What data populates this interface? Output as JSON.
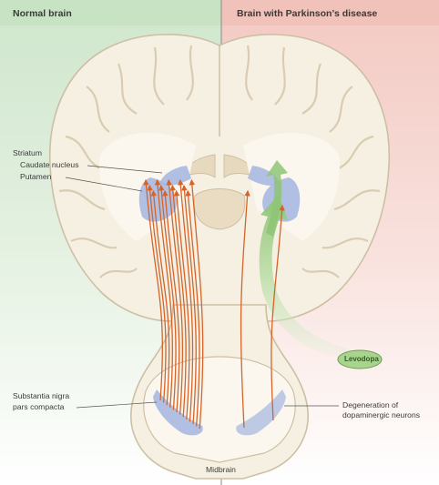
{
  "panels": {
    "left_title": "Normal brain",
    "right_title": "Brain with Parkinson’s disease"
  },
  "labels": {
    "striatum": "Striatum",
    "caudate_nucleus": "Caudate nucleus",
    "putamen": "Putamen",
    "substantia_nigra_line1": "Substantia nigra",
    "substantia_nigra_line2": "pars compacta",
    "degeneration_line1": "Degeneration of",
    "degeneration_line2": "dopaminergic neurons",
    "levodopa": "Levodopa",
    "midbrain": "Midbrain"
  },
  "colors": {
    "left_bg": "#d9ecd6",
    "right_bg": "#f6d4cf",
    "tissue": "#f6f0e2",
    "tissue_outline": "#cdbfa4",
    "nucleus": "#a9b9e0",
    "pathway": "#d4642a",
    "levodopa_green": "#8ec476"
  }
}
